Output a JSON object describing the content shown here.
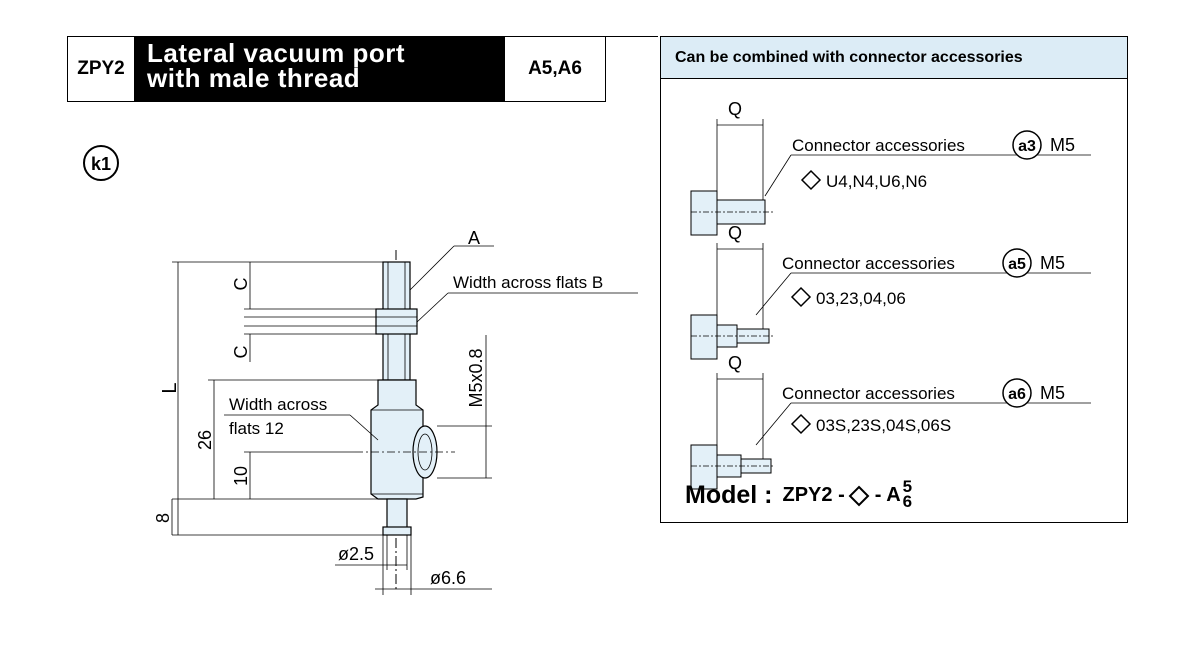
{
  "header": {
    "model": "ZPY2",
    "title_line1": "Lateral vacuum port",
    "title_line2": "with male thread",
    "codes": "A5,A6"
  },
  "drawing": {
    "badge": "k1",
    "label_A": "A",
    "label_flats_B": "Width across flats B",
    "label_C_top": "C",
    "label_C_bottom": "C",
    "label_L": "L",
    "label_26": "26",
    "label_10": "10",
    "label_8": "8",
    "label_thread": "M5x0.8",
    "label_flats12_line1": "Width across",
    "label_flats12_line2": "flats 12",
    "label_d25": "ø2.5",
    "label_d66": "ø6.6"
  },
  "panel": {
    "heading": "Can be combined with connector accessories",
    "items": [
      {
        "q": "Q",
        "text": "Connector accessories",
        "badge": "a3",
        "thread": "M5",
        "options": "U4,N4,U6,N6"
      },
      {
        "q": "Q",
        "text": "Connector accessories",
        "badge": "a5",
        "thread": "M5",
        "options": "03,23,04,06"
      },
      {
        "q": "Q",
        "text": "Connector accessories",
        "badge": "a6",
        "thread": "M5",
        "options": "03S,23S,04S,06S"
      }
    ],
    "model_label": "Model :",
    "model_code": "ZPY2 -",
    "model_suffix": "- A",
    "model_sup": "5",
    "model_sub": "6"
  }
}
